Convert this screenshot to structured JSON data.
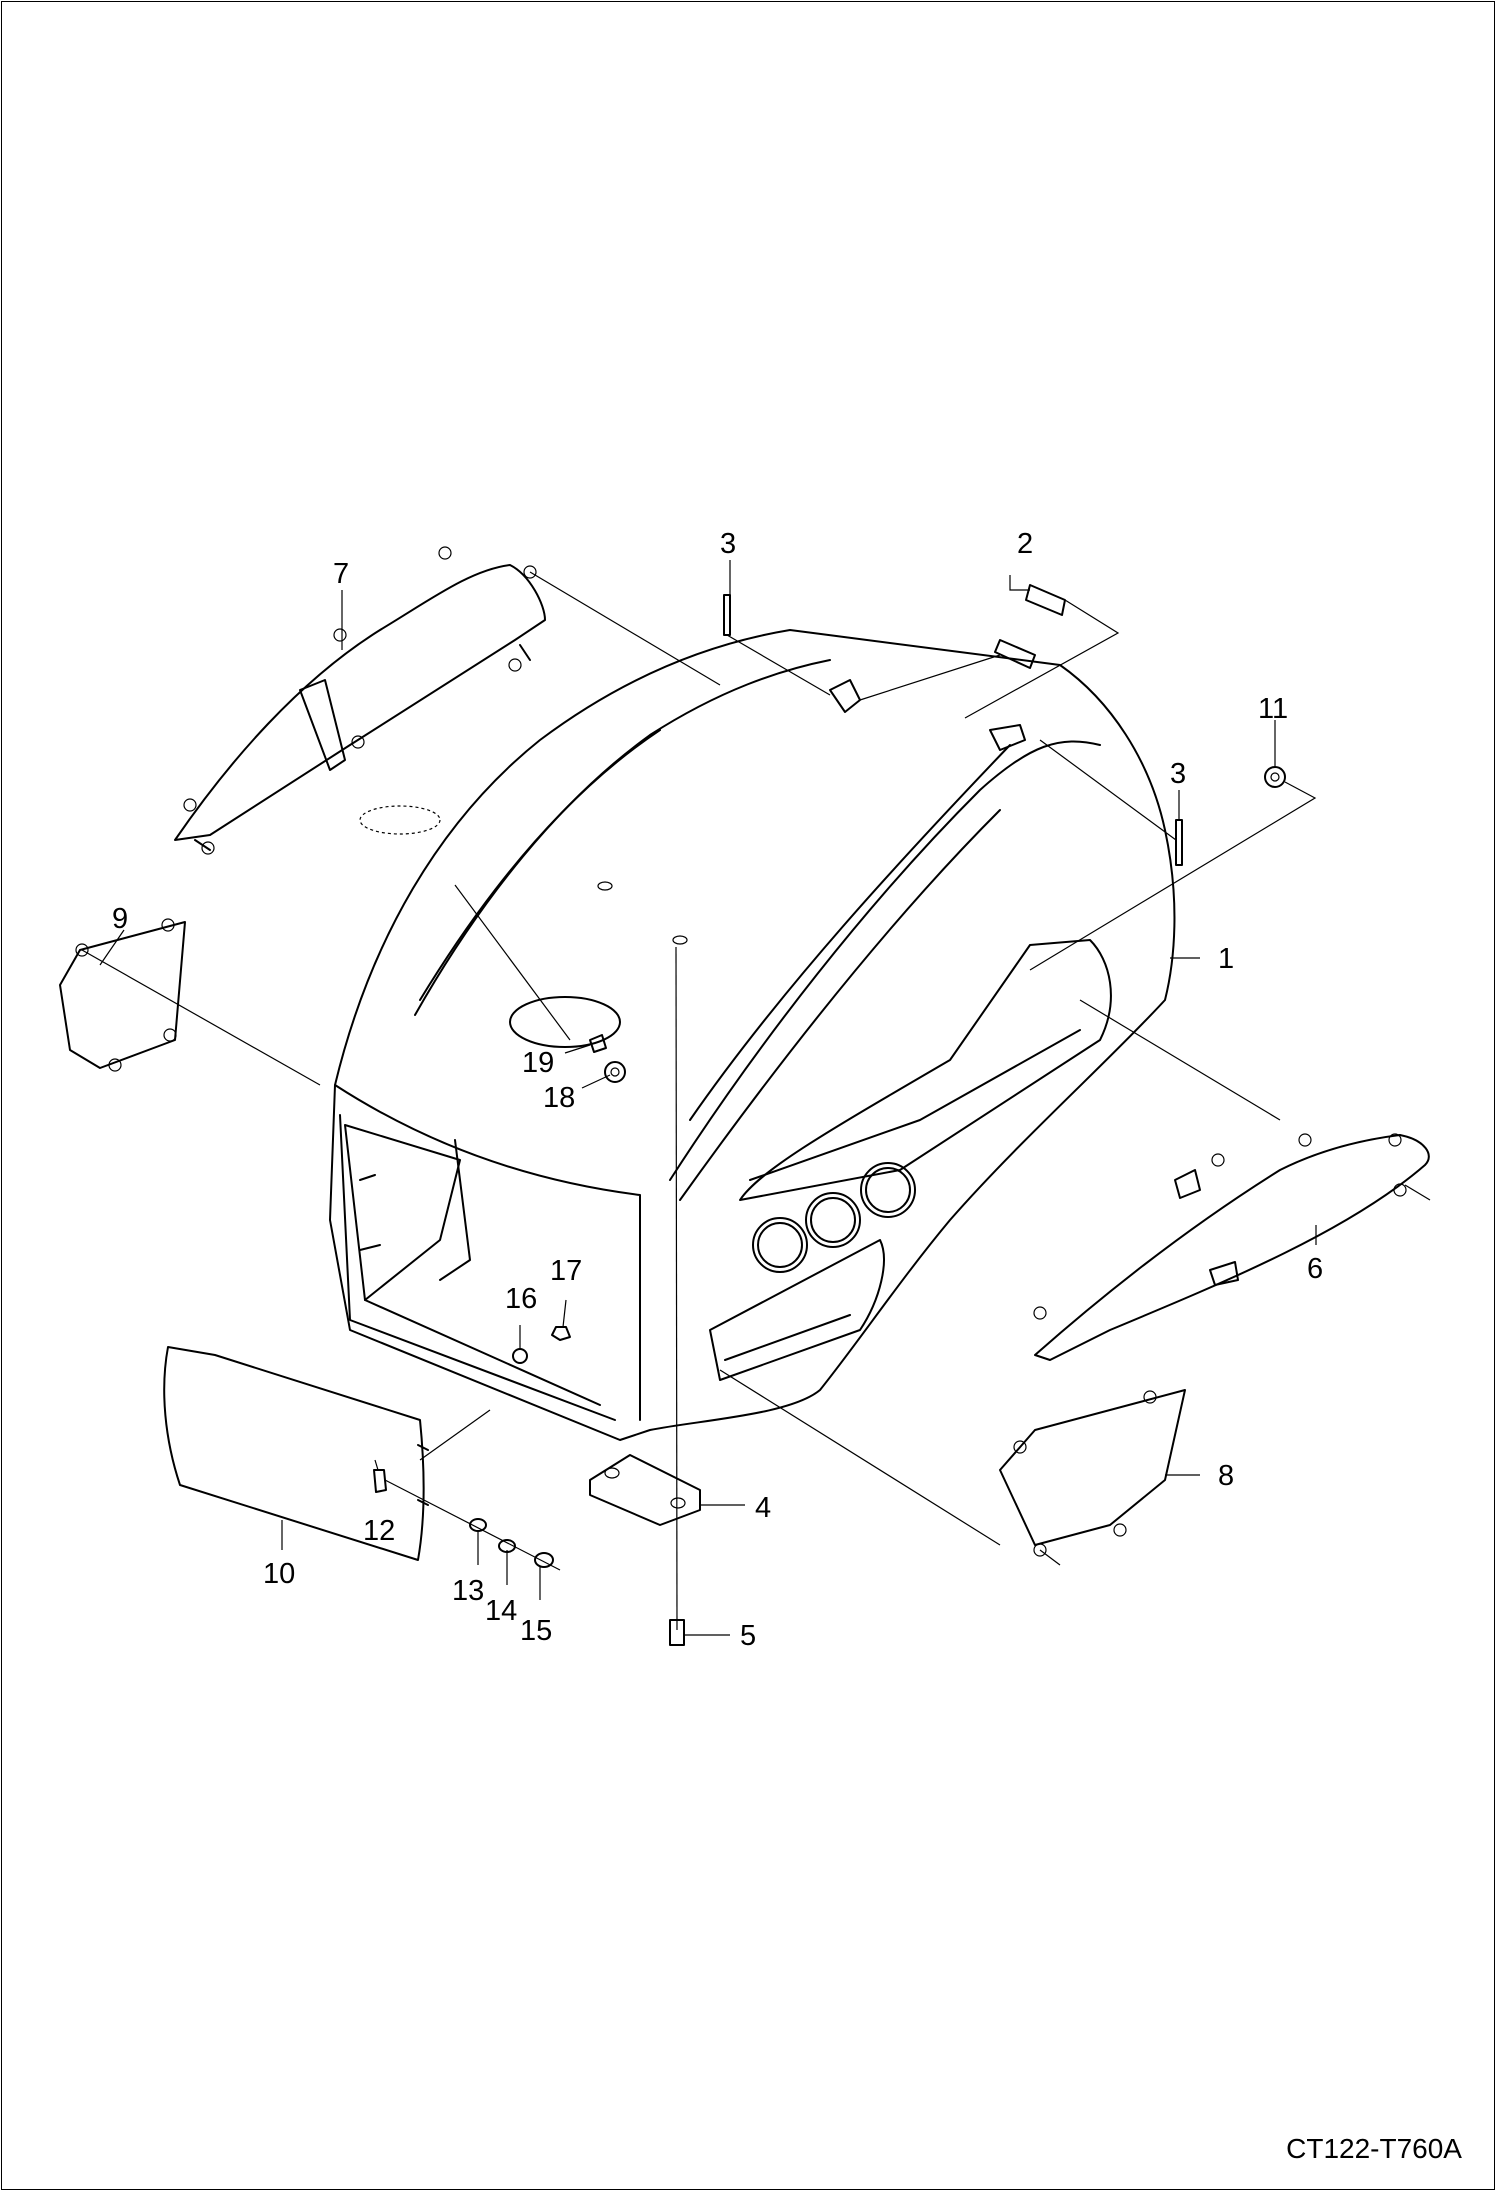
{
  "drawing_code": "CT122-T760A",
  "callouts": [
    {
      "id": "c1",
      "label": "1"
    },
    {
      "id": "c2",
      "label": "2"
    },
    {
      "id": "c3a",
      "label": "3"
    },
    {
      "id": "c3b",
      "label": "3"
    },
    {
      "id": "c4",
      "label": "4"
    },
    {
      "id": "c5",
      "label": "5"
    },
    {
      "id": "c6",
      "label": "6"
    },
    {
      "id": "c7",
      "label": "7"
    },
    {
      "id": "c8",
      "label": "8"
    },
    {
      "id": "c9",
      "label": "9"
    },
    {
      "id": "c10",
      "label": "10"
    },
    {
      "id": "c11",
      "label": "11"
    },
    {
      "id": "c12",
      "label": "12"
    },
    {
      "id": "c13",
      "label": "13"
    },
    {
      "id": "c14",
      "label": "14"
    },
    {
      "id": "c15",
      "label": "15"
    },
    {
      "id": "c16",
      "label": "16"
    },
    {
      "id": "c17",
      "label": "17"
    },
    {
      "id": "c18",
      "label": "18"
    },
    {
      "id": "c19",
      "label": "19"
    }
  ]
}
